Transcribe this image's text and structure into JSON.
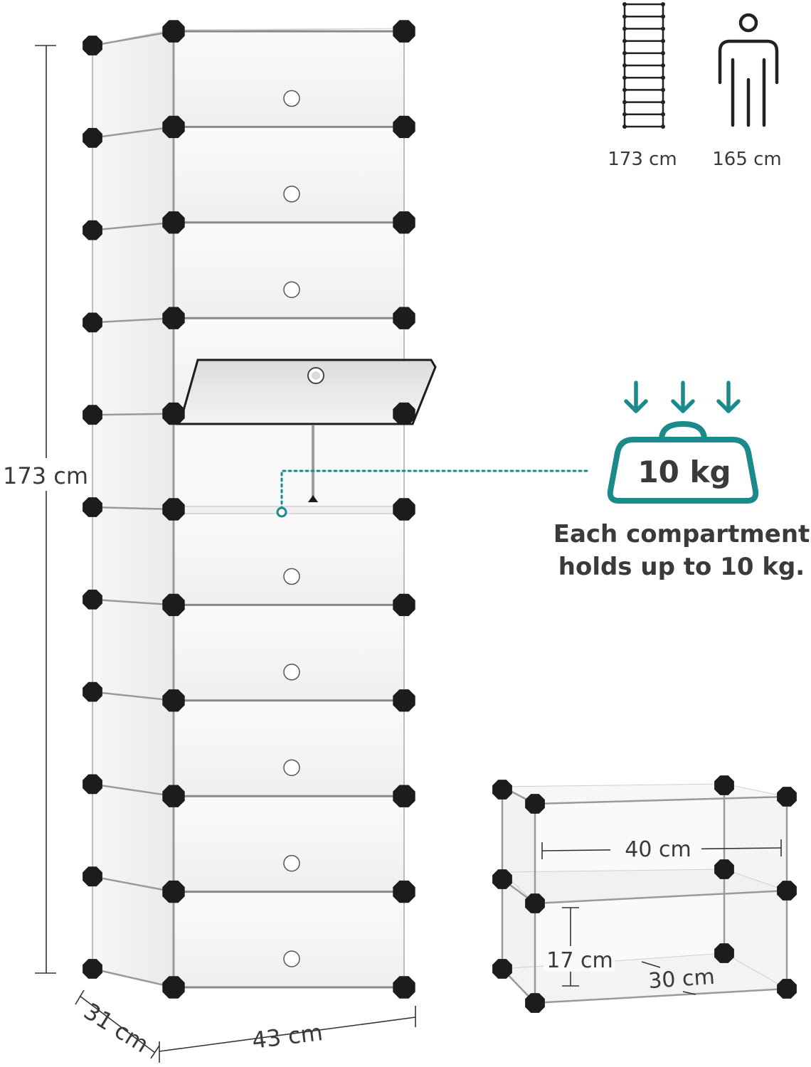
{
  "colors": {
    "accent": "#1a8a8a",
    "connector": "#1c1c1c",
    "text": "#3a3a3a",
    "panel": "#f4f4f4"
  },
  "main_unit": {
    "height_label": "173 cm",
    "width_label": "43 cm",
    "depth_label": "31 cm",
    "compartments": 10
  },
  "comparison": {
    "shelf_icon": "shelf-unit-icon",
    "person_icon": "person-icon",
    "shelf_height": "173 cm",
    "person_height": "165 cm"
  },
  "load": {
    "weight_icon": "weight-icon",
    "weight_label": "10 kg",
    "caption_line1": "Each compartment",
    "caption_line2": "holds up to 10 kg."
  },
  "detail": {
    "inner_width": "40 cm",
    "inner_height": "17 cm",
    "inner_depth": "30 cm"
  }
}
